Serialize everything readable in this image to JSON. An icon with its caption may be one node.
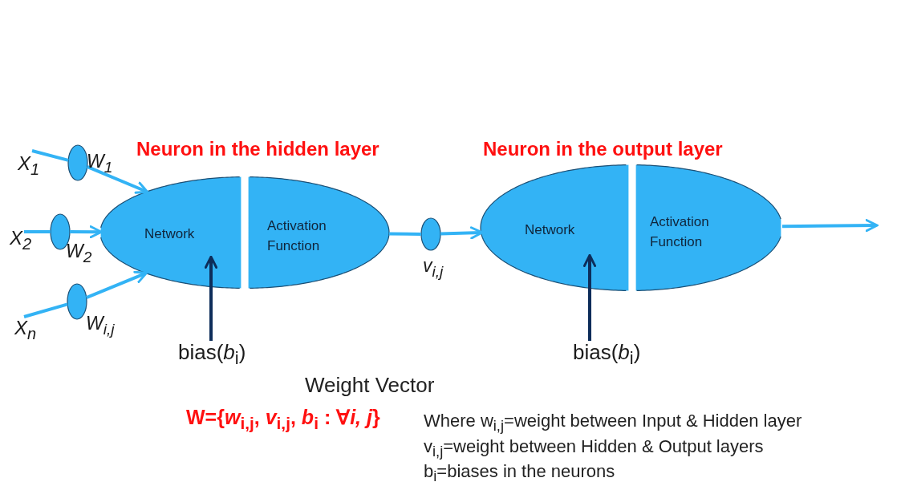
{
  "diagram": {
    "nodes": [
      {
        "text": [
          "X$_{1}$"
        ]
      },
      {
        "text": [],
        "shape": "circle",
        "beside": [
          "W$_{1}$"
        ]
      },
      {
        "text": [
          "X$_{2}$"
        ]
      },
      {
        "text": [],
        "shape": "circle",
        "beside": [
          "W$_{2}$"
        ]
      },
      {
        "text": [
          "X$_{n}$"
        ]
      },
      {
        "text": [],
        "shape": "circle",
        "beside": [
          "W$_{i,j}$"
        ]
      },
      {
        "text": [
          "Neuron in the hidden layer"
        ]
      },
      {
        "text": [
          "Network"
        ],
        "in": 6
      },
      {
        "text": [
          "Activation Function"
        ],
        "in": 6
      },
      {
        "text": [
          "bias(*b*$_{i}$)"
        ]
      },
      {
        "text": [],
        "shape": "circle",
        "beside": [
          "v$_{i,j}$"
        ]
      },
      {
        "text": [
          "Neuron in the output layer"
        ]
      },
      {
        "text": [
          "Network"
        ],
        "in": 11
      },
      {
        "text": [
          "Activation Function"
        ],
        "in": 11
      },
      {
        "text": [
          "bias(*b*$_{i}$)"
        ]
      }
    ],
    "edges": [
      {
        "from": 0,
        "to": 1,
        "arrow": "none"
      },
      {
        "from": 1,
        "to": 7,
        "arrow": "to"
      },
      {
        "from": 2,
        "to": 3,
        "arrow": "none"
      },
      {
        "from": 3,
        "to": 7,
        "arrow": "to"
      },
      {
        "from": 4,
        "to": 5,
        "arrow": "none"
      },
      {
        "from": 5,
        "to": 7,
        "arrow": "to"
      },
      {
        "from": 9,
        "to": 7,
        "arrow": "to",
        "color": "#0d2d5a"
      },
      {
        "from": 8,
        "to": 10,
        "arrow": "none"
      },
      {
        "from": 10,
        "to": 12,
        "arrow": "to"
      },
      {
        "from": 14,
        "to": 12,
        "arrow": "to",
        "color": "#0d2d5a"
      },
      {
        "from": 13,
        "to": null,
        "arrow": "to"
      }
    ],
    "labels": [
      "Weight Vector",
      "W={*w*$_{i,j}$, *v*$_{i,j}$, *b*$_{i}$ : ∀*i, j*}",
      "Where w$_{i,j}$=weight between Input & Hidden layer",
      "v$_{i,j}$=weight between Hidden & Output layers",
      "b$_{i}$=biases in the neurons"
    ]
  }
}
